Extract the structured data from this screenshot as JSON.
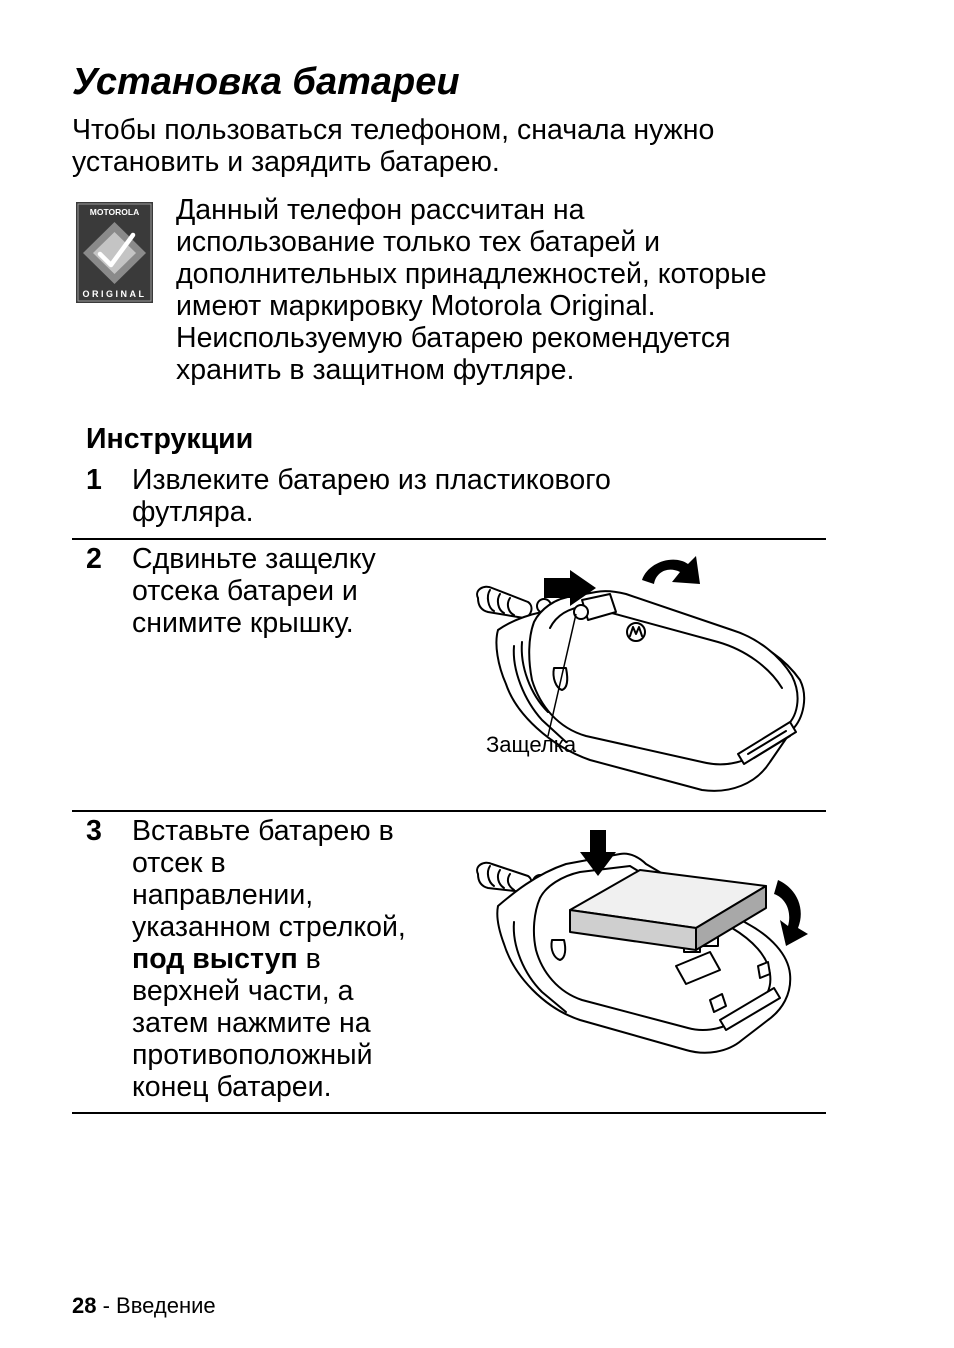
{
  "page": {
    "title": "Установка батареи",
    "intro_lines": [
      "Чтобы пользоваться телефоном, сначала нужно",
      "установить и зарядить батарею."
    ],
    "logo": {
      "icon": "motorola-original-logo",
      "brand": "MOTOROLA",
      "caption": "ORIGINAL"
    },
    "note_lines": [
      "Данный телефон рассчитан на",
      "использование только тех батарей и",
      "дополнительных принадлежностей, которые",
      "имеют маркировку Motorola Original.",
      "Неиспользуемую батарею рекомендуется",
      "хранить в защитном футляре."
    ]
  },
  "instructions": {
    "heading": "Инструкции",
    "steps": [
      {
        "number": "1",
        "lines": [
          "Извлеките батарею из пластикового",
          "футляра."
        ]
      },
      {
        "number": "2",
        "lines": [
          "Сдвиньте защелку",
          "отсека батареи и",
          "снимите крышку."
        ],
        "illustration": "phone-back-cover-removal",
        "callout": "Защелка"
      },
      {
        "number": "3",
        "lines": [
          "Вставьте батарею в",
          "отсек в",
          "направлении,",
          "указанном стрелкой,"
        ],
        "bold_part": "под выступ",
        "bold_tail": " в",
        "lines_after": [
          "верхней части, а",
          "затем нажмите на",
          "противоположный",
          "конец батареи."
        ],
        "illustration": "phone-battery-insertion"
      }
    ]
  },
  "footer": {
    "page_number": "28",
    "separator": " - ",
    "section": "Введение"
  }
}
